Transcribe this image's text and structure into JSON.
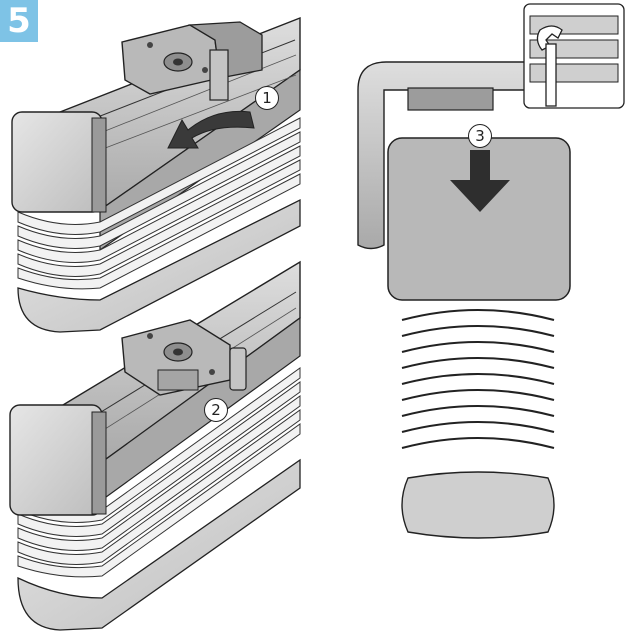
{
  "step": {
    "number": "5",
    "badge_color": "#7ec3e6"
  },
  "callouts": [
    {
      "id": "1",
      "label": "1"
    },
    {
      "id": "2",
      "label": "2"
    },
    {
      "id": "3",
      "label": "3"
    }
  ],
  "icons": [
    "curved-arrow-icon",
    "down-arrow-icon",
    "wrench-icon"
  ],
  "colors": {
    "metal": "#bdbdbd",
    "metal_dark": "#8a8a8a",
    "end_cap": "#d4d4d4",
    "outline": "#222222"
  }
}
